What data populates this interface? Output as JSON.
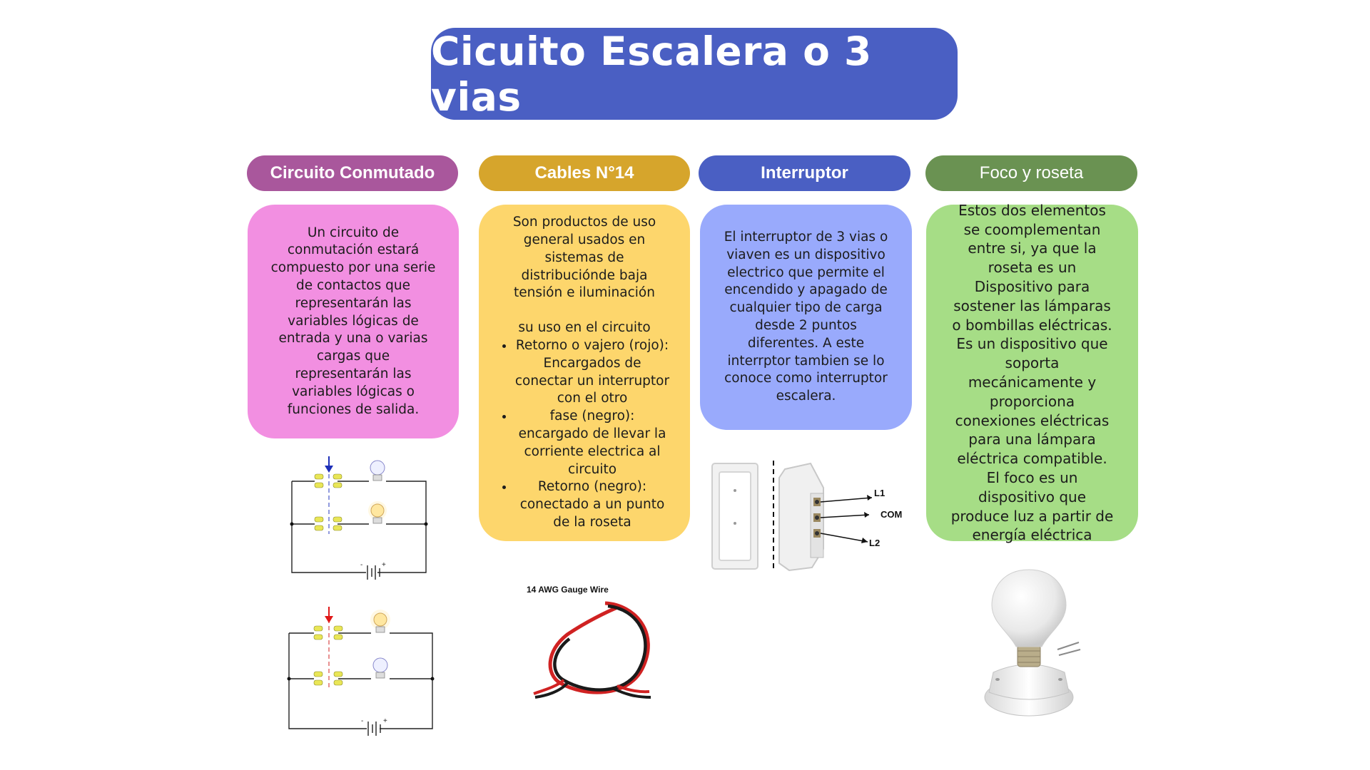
{
  "title": "Cicuito Escalera o 3 vias",
  "colors": {
    "title_bg": "#4a5fc3",
    "col1_header": "#a9579c",
    "col1_card": "#f28fe1",
    "col2_header": "#d6a52c",
    "col2_card": "#fdd66c",
    "col3_header": "#4a5fc3",
    "col3_card": "#99aafc",
    "col4_header": "#6a9252",
    "col4_card": "#a6dd86"
  },
  "columns": [
    {
      "header": "Circuito Conmutado",
      "text": "Un circuito de conmutación estará compuesto por una serie de contactos que representarán las variables lógicas de entrada y una o varias cargas que representarán las variables lógicas o funciones de salida."
    },
    {
      "header": "Cables N°14",
      "intro": "Son productos de uso general usados en sistemas de distribuciónde baja tensión e iluminación",
      "subtitle": "su uso en el circuito",
      "bullets": [
        "Retorno o vajero (rojo): Encargados de conectar un interruptor con el otro",
        "fase (negro): encargado de llevar la corriente electrica al circuito",
        "Retorno (negro): conectado a un punto de la roseta"
      ],
      "image_label": "14 AWG Gauge Wire"
    },
    {
      "header": "Interruptor",
      "text": "El interruptor de 3 vias o viaven es un dispositivo electrico que permite el encendido y apagado de cualquier tipo de carga desde 2 puntos diferentes. A este interrptor tambien se lo conoce como interruptor escalera.",
      "terminals": [
        "L1",
        "COM",
        "L2"
      ]
    },
    {
      "header": "Foco y roseta",
      "text_1": "Estos dos elementos se coomplementan entre si, ya que la roseta es un Dispositivo para sostener las lámparas o bombillas eléctricas. Es un dispositivo que soporta mecánicamente y proporciona conexiones eléctricas para una lámpara eléctrica compatible.",
      "text_2": "El foco es un dispositivo que produce luz a partir de energía eléctrica"
    }
  ]
}
